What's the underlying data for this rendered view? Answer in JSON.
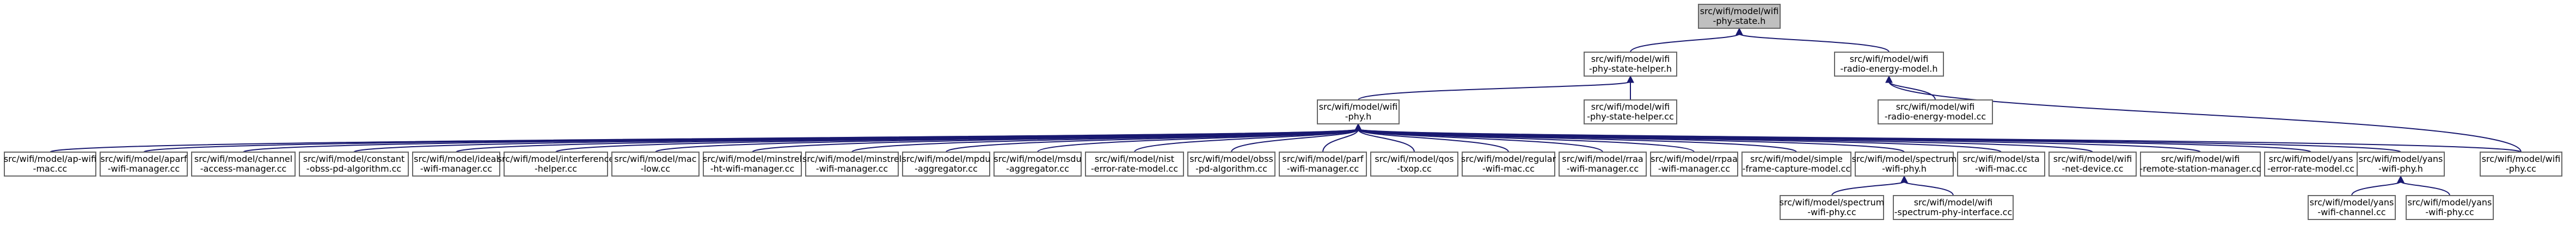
{
  "graph": {
    "nodes": [
      {
        "id": "n0",
        "lines": [
          "src/wifi/model/wifi",
          "-phy-state.h"
        ],
        "root": true
      },
      {
        "id": "n1",
        "lines": [
          "src/wifi/model/wifi",
          "-phy-state-helper.h"
        ]
      },
      {
        "id": "n2",
        "lines": [
          "src/wifi/model/wifi",
          "-radio-energy-model.h"
        ]
      },
      {
        "id": "n3",
        "lines": [
          "src/wifi/model/wifi",
          "-phy.h"
        ]
      },
      {
        "id": "n4",
        "lines": [
          "src/wifi/model/wifi",
          "-phy-state-helper.cc"
        ]
      },
      {
        "id": "n5",
        "lines": [
          "src/wifi/model/wifi",
          "-radio-energy-model.cc"
        ]
      },
      {
        "id": "n6",
        "lines": [
          "src/wifi/model/wifi",
          "-phy.cc"
        ]
      },
      {
        "id": "n7",
        "lines": [
          "src/wifi/model/ap-wifi",
          "-mac.cc"
        ]
      },
      {
        "id": "n8",
        "lines": [
          "src/wifi/model/aparf",
          "-wifi-manager.cc"
        ]
      },
      {
        "id": "n9",
        "lines": [
          "src/wifi/model/channel",
          "-access-manager.cc"
        ]
      },
      {
        "id": "n10",
        "lines": [
          "src/wifi/model/constant",
          "-obss-pd-algorithm.cc"
        ]
      },
      {
        "id": "n11",
        "lines": [
          "src/wifi/model/ideal",
          "-wifi-manager.cc"
        ]
      },
      {
        "id": "n12",
        "lines": [
          "src/wifi/model/interference",
          "-helper.cc"
        ]
      },
      {
        "id": "n13",
        "lines": [
          "src/wifi/model/mac",
          "-low.cc"
        ]
      },
      {
        "id": "n14",
        "lines": [
          "src/wifi/model/minstrel",
          "-ht-wifi-manager.cc"
        ]
      },
      {
        "id": "n15",
        "lines": [
          "src/wifi/model/minstrel",
          "-wifi-manager.cc"
        ]
      },
      {
        "id": "n16",
        "lines": [
          "src/wifi/model/mpdu",
          "-aggregator.cc"
        ]
      },
      {
        "id": "n17",
        "lines": [
          "src/wifi/model/msdu",
          "-aggregator.cc"
        ]
      },
      {
        "id": "n18",
        "lines": [
          "src/wifi/model/nist",
          "-error-rate-model.cc"
        ]
      },
      {
        "id": "n19",
        "lines": [
          "src/wifi/model/obss",
          "-pd-algorithm.cc"
        ]
      },
      {
        "id": "n20",
        "lines": [
          "src/wifi/model/parf",
          "-wifi-manager.cc"
        ]
      },
      {
        "id": "n21",
        "lines": [
          "src/wifi/model/qos",
          "-txop.cc"
        ]
      },
      {
        "id": "n22",
        "lines": [
          "src/wifi/model/regular",
          "-wifi-mac.cc"
        ]
      },
      {
        "id": "n23",
        "lines": [
          "src/wifi/model/rraa",
          "-wifi-manager.cc"
        ]
      },
      {
        "id": "n24",
        "lines": [
          "src/wifi/model/rrpaa",
          "-wifi-manager.cc"
        ]
      },
      {
        "id": "n25",
        "lines": [
          "src/wifi/model/simple",
          "-frame-capture-model.cc"
        ]
      },
      {
        "id": "n26",
        "lines": [
          "src/wifi/model/spectrum",
          "-wifi-phy.h"
        ]
      },
      {
        "id": "n27",
        "lines": [
          "src/wifi/model/sta",
          "-wifi-mac.cc"
        ]
      },
      {
        "id": "n28",
        "lines": [
          "src/wifi/model/wifi",
          "-net-device.cc"
        ]
      },
      {
        "id": "n29",
        "lines": [
          "src/wifi/model/wifi",
          "-remote-station-manager.cc"
        ]
      },
      {
        "id": "n30",
        "lines": [
          "src/wifi/model/yans",
          "-error-rate-model.cc"
        ]
      },
      {
        "id": "n31",
        "lines": [
          "src/wifi/model/yans",
          "-wifi-phy.h"
        ]
      },
      {
        "id": "n32",
        "lines": [
          "src/wifi/model/spectrum",
          "-wifi-phy.cc"
        ]
      },
      {
        "id": "n33",
        "lines": [
          "src/wifi/model/wifi",
          "-spectrum-phy-interface.cc"
        ]
      },
      {
        "id": "n34",
        "lines": [
          "src/wifi/model/yans",
          "-wifi-channel.cc"
        ]
      },
      {
        "id": "n35",
        "lines": [
          "src/wifi/model/yans",
          "-wifi-phy.cc"
        ]
      }
    ],
    "edges": [
      {
        "from": "n1",
        "to": "n0"
      },
      {
        "from": "n2",
        "to": "n0"
      },
      {
        "from": "n3",
        "to": "n1"
      },
      {
        "from": "n4",
        "to": "n1"
      },
      {
        "from": "n5",
        "to": "n2"
      },
      {
        "from": "n6",
        "to": "n2"
      },
      {
        "from": "n6",
        "to": "n3"
      },
      {
        "from": "n7",
        "to": "n3"
      },
      {
        "from": "n8",
        "to": "n3"
      },
      {
        "from": "n9",
        "to": "n3"
      },
      {
        "from": "n10",
        "to": "n3"
      },
      {
        "from": "n11",
        "to": "n3"
      },
      {
        "from": "n12",
        "to": "n3"
      },
      {
        "from": "n13",
        "to": "n3"
      },
      {
        "from": "n14",
        "to": "n3"
      },
      {
        "from": "n15",
        "to": "n3"
      },
      {
        "from": "n16",
        "to": "n3"
      },
      {
        "from": "n17",
        "to": "n3"
      },
      {
        "from": "n18",
        "to": "n3"
      },
      {
        "from": "n19",
        "to": "n3"
      },
      {
        "from": "n20",
        "to": "n3"
      },
      {
        "from": "n21",
        "to": "n3"
      },
      {
        "from": "n22",
        "to": "n3"
      },
      {
        "from": "n23",
        "to": "n3"
      },
      {
        "from": "n24",
        "to": "n3"
      },
      {
        "from": "n25",
        "to": "n3"
      },
      {
        "from": "n26",
        "to": "n3"
      },
      {
        "from": "n27",
        "to": "n3"
      },
      {
        "from": "n28",
        "to": "n3"
      },
      {
        "from": "n29",
        "to": "n3"
      },
      {
        "from": "n30",
        "to": "n3"
      },
      {
        "from": "n31",
        "to": "n3"
      },
      {
        "from": "n32",
        "to": "n26"
      },
      {
        "from": "n33",
        "to": "n26"
      },
      {
        "from": "n34",
        "to": "n31"
      },
      {
        "from": "n35",
        "to": "n31"
      }
    ],
    "colors": {
      "edge": "#191970",
      "node_border": "#666666",
      "root_fill": "#bfbfbf",
      "node_fill": "#ffffff"
    }
  }
}
